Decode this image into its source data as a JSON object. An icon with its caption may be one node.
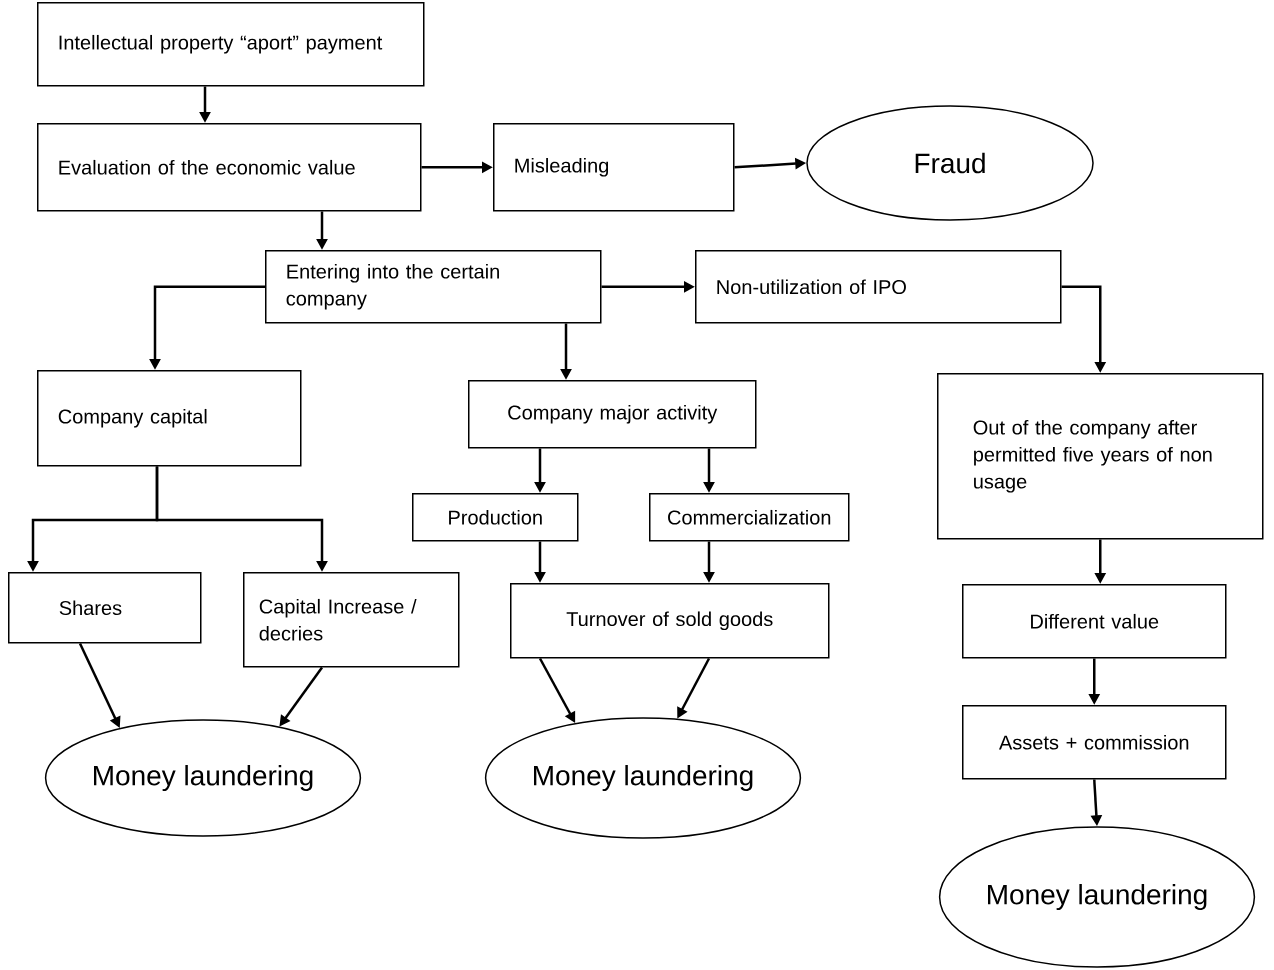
{
  "diagram": {
    "nodes": [
      {
        "text": [
          "Intellectual property “aport” payment"
        ]
      },
      {
        "text": [
          "Evaluation of the economic value"
        ]
      },
      {
        "text": [
          "Misleading"
        ]
      },
      {
        "text": [
          "Fraud"
        ]
      },
      {
        "text": [
          "Entering into the certain company"
        ]
      },
      {
        "text": [
          "Non-utilization of IPO"
        ]
      },
      {
        "text": [
          "Company capital"
        ]
      },
      {
        "text": [
          "Company major activity"
        ]
      },
      {
        "text": [
          "Out of the company after permitted five years of non usage"
        ]
      },
      {
        "text": [
          "Production"
        ]
      },
      {
        "text": [
          "Commercialization"
        ]
      },
      {
        "text": [
          "Shares"
        ]
      },
      {
        "text": [
          "Capital Increase / decries"
        ]
      },
      {
        "text": [
          "Turnover of sold goods"
        ]
      },
      {
        "text": [
          "Different value"
        ]
      },
      {
        "text": [
          "Money laundering"
        ]
      },
      {
        "text": [
          "Money laundering"
        ]
      },
      {
        "text": [
          "Assets + commission"
        ]
      },
      {
        "text": [
          "Money laundering"
        ]
      }
    ],
    "edges": [
      {
        "from": 0,
        "to": 1,
        "arrow": "to"
      },
      {
        "from": 1,
        "to": 2,
        "arrow": "to"
      },
      {
        "from": 2,
        "to": 3,
        "arrow": "to"
      },
      {
        "from": 1,
        "to": 4,
        "arrow": "to"
      },
      {
        "from": 4,
        "to": 6,
        "arrow": "to"
      },
      {
        "from": 4,
        "to": 7,
        "arrow": "to"
      },
      {
        "from": 4,
        "to": 5,
        "arrow": "to"
      },
      {
        "from": 5,
        "to": 8,
        "arrow": "to"
      },
      {
        "from": 6,
        "to": 11,
        "arrow": "to"
      },
      {
        "from": 6,
        "to": 12,
        "arrow": "to"
      },
      {
        "from": 7,
        "to": 9,
        "arrow": "to"
      },
      {
        "from": 7,
        "to": 10,
        "arrow": "to"
      },
      {
        "from": 9,
        "to": 13,
        "arrow": "to"
      },
      {
        "from": 10,
        "to": 13,
        "arrow": "to"
      },
      {
        "from": 11,
        "to": 15,
        "arrow": "to"
      },
      {
        "from": 12,
        "to": 15,
        "arrow": "to"
      },
      {
        "from": 13,
        "to": 16,
        "arrow": "to"
      },
      {
        "from": 13,
        "to": 16,
        "arrow": "to"
      },
      {
        "from": 8,
        "to": 14,
        "arrow": "to"
      },
      {
        "from": 14,
        "to": 17,
        "arrow": "to"
      },
      {
        "from": 17,
        "to": 18,
        "arrow": "to"
      }
    ]
  }
}
